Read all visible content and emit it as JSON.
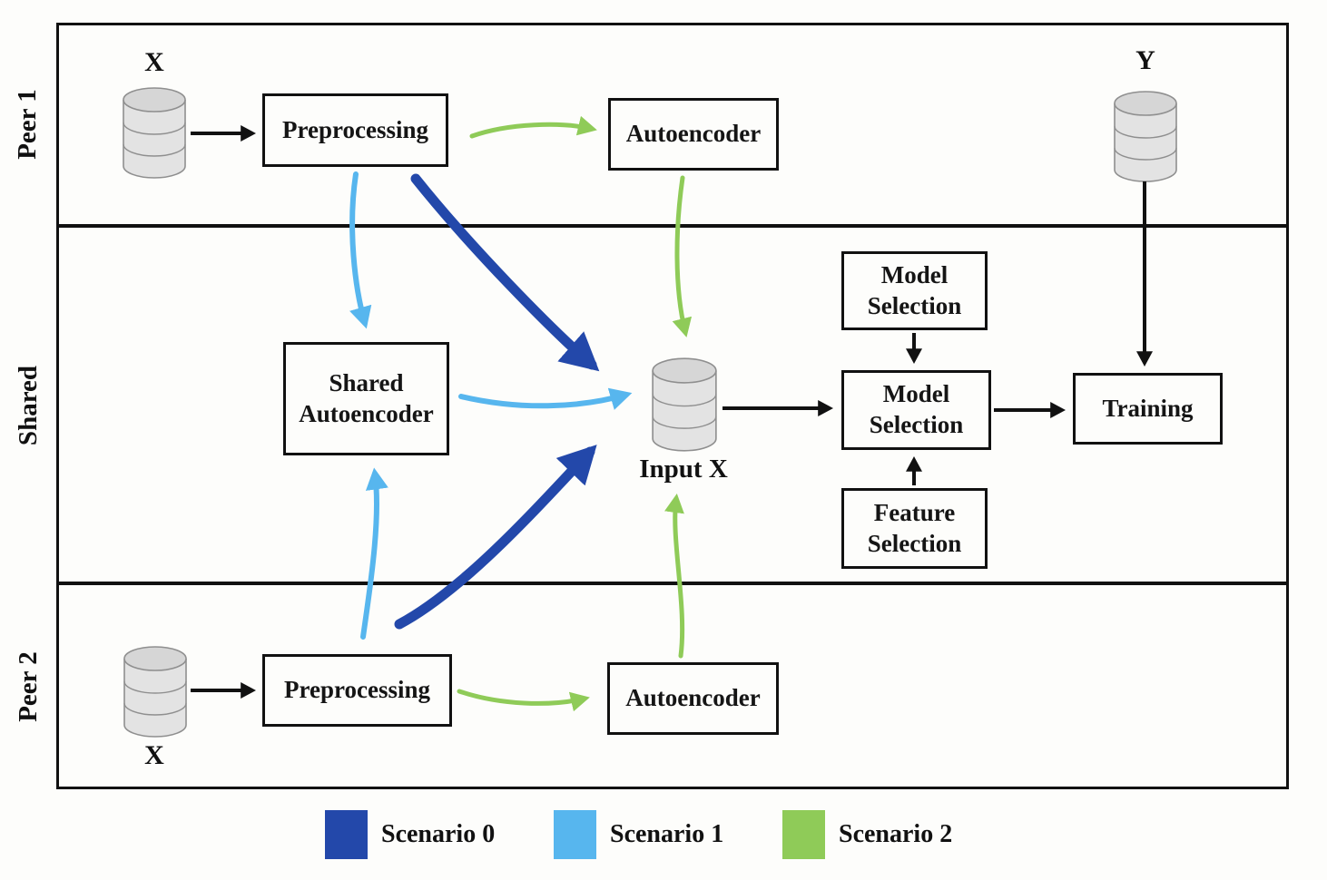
{
  "colors": {
    "scenario0": "#2348AA",
    "scenario1": "#57B6EE",
    "scenario2": "#8FCB58",
    "black": "#111111",
    "db_body": "#e3e3e3",
    "db_top": "#d6d6d6",
    "db_stroke": "#8f8f8f"
  },
  "lanes": {
    "peer1": "Peer 1",
    "shared": "Shared",
    "peer2": "Peer 2"
  },
  "nodes": {
    "peer1_db": "X",
    "peer1_preprocessing": "Preprocessing",
    "peer1_autoencoder": "Autoencoder",
    "y_db": "Y",
    "shared_autoencoder": "Shared\nAutoencoder",
    "input_db": "Input X",
    "model_selection_top": "Model\nSelection",
    "model_selection": "Model\nSelection",
    "feature_selection": "Feature\nSelection",
    "training": "Training",
    "peer2_db": "X",
    "peer2_preprocessing": "Preprocessing",
    "peer2_autoencoder": "Autoencoder"
  },
  "legend": {
    "scenario0": "Scenario 0",
    "scenario1": "Scenario 1",
    "scenario2": "Scenario 2"
  }
}
